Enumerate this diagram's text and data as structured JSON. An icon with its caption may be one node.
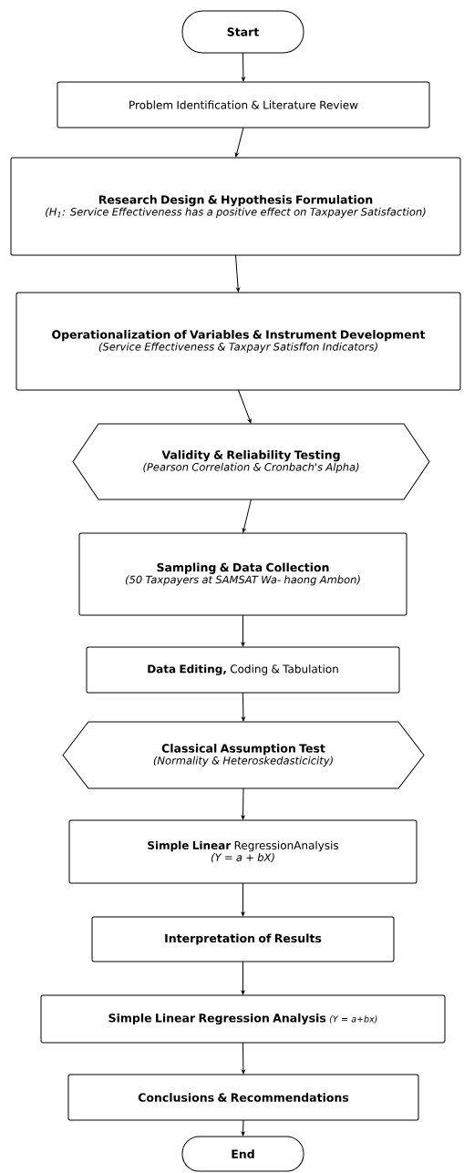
{
  "diagram": {
    "nodes": [
      {
        "text": [
          "Start"
        ]
      },
      {
        "text": [
          "Problem Identification & Literature Review"
        ]
      },
      {
        "text": [
          "Research Design & Hypothesis Formulation",
          "(H$_{1}$: Service Effectiveness has a positive effect on Taxpayer Satisfaction)"
        ]
      },
      {
        "text": [
          "Operationalization of Variables & Instrument Development",
          "(Service Effectiveness & Taxpayr Satisffon Indicators)"
        ]
      },
      {
        "text": [
          "Validity & Reliability Testing",
          "(Pearson Correlation & Cronbach's Alpha)"
        ]
      },
      {
        "text": [
          "Sampling & Data Collection",
          "(50 Taxpayers at SAMSAT Wa- haong Ambon)"
        ]
      },
      {
        "text": [
          "**Data Editing,** Coding & Tabulation"
        ]
      },
      {
        "text": [
          "Classical Assumption Test",
          "(Normality & Heteroskedasticicity)"
        ]
      },
      {
        "text": [
          "**Simple Linear** RegressionAnalysis",
          "(Y = a + bX)"
        ]
      },
      {
        "text": [
          "Interpretation of Results"
        ]
      },
      {
        "text": [
          "Simple Linear Regression Analysis",
          "(Y = a+bx)"
        ]
      },
      {
        "text": [
          "Conclusions & Recommendations"
        ]
      },
      {
        "text": [
          "End"
        ]
      }
    ],
    "edges": [
      {
        "from": 0,
        "to": 1,
        "arrow": "to"
      },
      {
        "from": 1,
        "to": 2,
        "arrow": "to"
      },
      {
        "from": 2,
        "to": 3,
        "arrow": "to"
      },
      {
        "from": 3,
        "to": 4,
        "arrow": "to"
      },
      {
        "from": 4,
        "to": 5,
        "arrow": "to"
      },
      {
        "from": 5,
        "to": 6,
        "arrow": "to"
      },
      {
        "from": 6,
        "to": 7,
        "arrow": "to"
      },
      {
        "from": 7,
        "to": 8,
        "arrow": "to"
      },
      {
        "from": 8,
        "to": 9,
        "arrow": "to"
      },
      {
        "from": 9,
        "to": 10,
        "arrow": "to"
      },
      {
        "from": 10,
        "to": 11,
        "arrow": "to"
      },
      {
        "from": 11,
        "to": 12,
        "arrow": "to"
      }
    ]
  }
}
